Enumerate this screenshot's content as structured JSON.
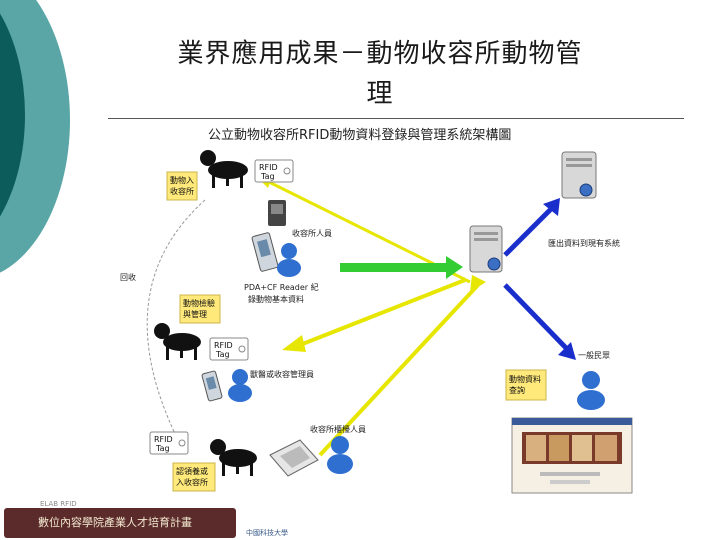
{
  "title_line1": "業界應用成果－動物收容所動物管",
  "title_line2": "理",
  "diagram_title": "公立動物收容所RFID動物資料登錄與管理系統架構圖",
  "notes": {
    "entry": [
      "動物入",
      "收容所"
    ],
    "check": [
      "動物檢驗",
      "與管理"
    ],
    "adopt": [
      "認領養或",
      "入收容所"
    ],
    "query": [
      "動物資料",
      "查詢"
    ]
  },
  "tags": {
    "tag1": [
      "RFID",
      "Tag"
    ],
    "tag2": [
      "RFID",
      "Tag"
    ],
    "tag3": [
      "RFID",
      "Tag"
    ]
  },
  "labels": {
    "staff": "收容所人員",
    "pda": [
      "PDA+CF Reader 紀",
      "錄動物基本資料"
    ],
    "vet": "獸醫或收容管理員",
    "desk": "收容所櫃檯人員",
    "export": "匯出資料到現有系統",
    "public": "一般民眾",
    "recycle": "回收"
  },
  "footer": {
    "text": "數位內容學院產業人才培育計畫",
    "small": "ELAB RFID",
    "uni": "中國科技大學"
  },
  "colors": {
    "teal_dark": "#0d5c5c",
    "teal_light": "#5aa6a6",
    "arrow_green": "#33cc33",
    "arrow_yellow": "#e6e600",
    "arrow_blue": "#1a2ecc",
    "note_yellow": "#ffe97a"
  }
}
